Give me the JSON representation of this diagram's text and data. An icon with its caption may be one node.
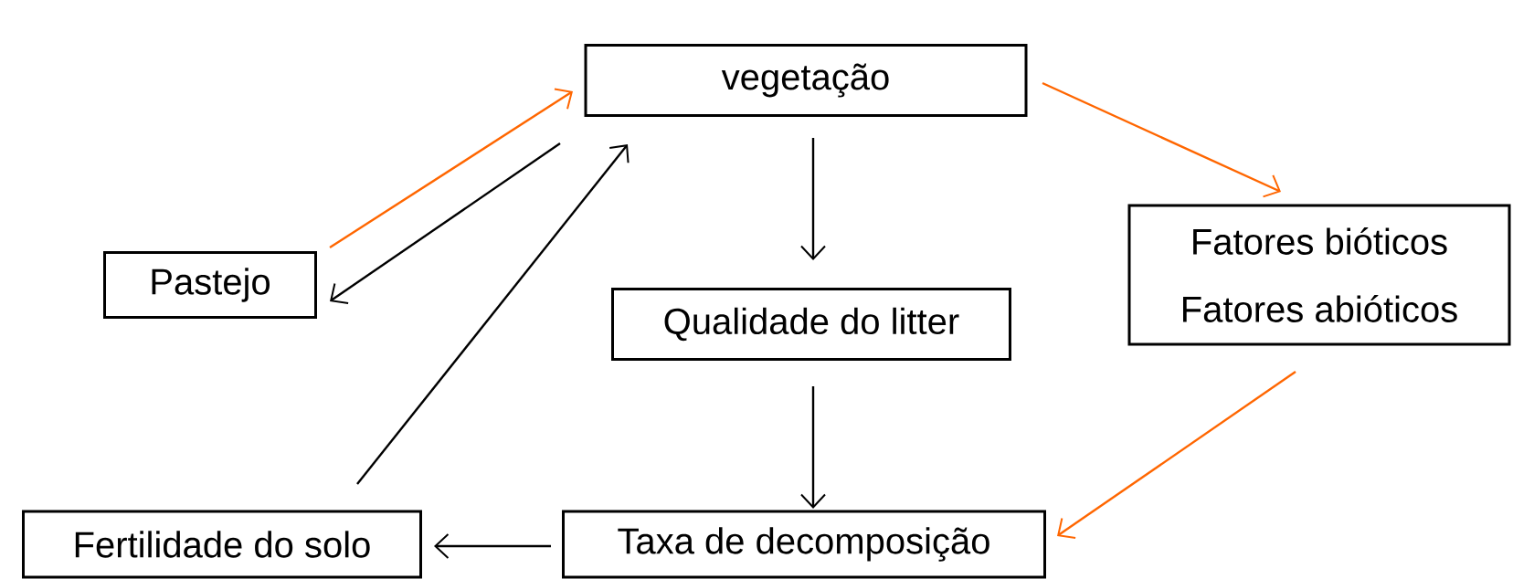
{
  "diagram": {
    "nodes": [
      {
        "text": [
          "vegetação"
        ]
      },
      {
        "text": [
          "Pastejo"
        ]
      },
      {
        "text": [
          "Qualidade do litter"
        ]
      },
      {
        "text": [
          "Fatores bióticos",
          "Fatores abióticos"
        ]
      },
      {
        "text": [
          "Fertilidade do solo"
        ]
      },
      {
        "text": [
          "Taxa de decomposição"
        ]
      }
    ],
    "edges": [
      {
        "from": 1,
        "to": 0,
        "arrow": "to",
        "color": "#ff6600"
      },
      {
        "from": 0,
        "to": 1,
        "arrow": "to"
      },
      {
        "from": 4,
        "to": 0,
        "arrow": "to"
      },
      {
        "from": 0,
        "to": 2,
        "arrow": "to"
      },
      {
        "from": 0,
        "to": 3,
        "arrow": "to",
        "color": "#ff6600"
      },
      {
        "from": 2,
        "to": 5,
        "arrow": "to"
      },
      {
        "from": 3,
        "to": 5,
        "arrow": "to",
        "color": "#ff6600"
      },
      {
        "from": 5,
        "to": 4,
        "arrow": "to"
      }
    ]
  }
}
